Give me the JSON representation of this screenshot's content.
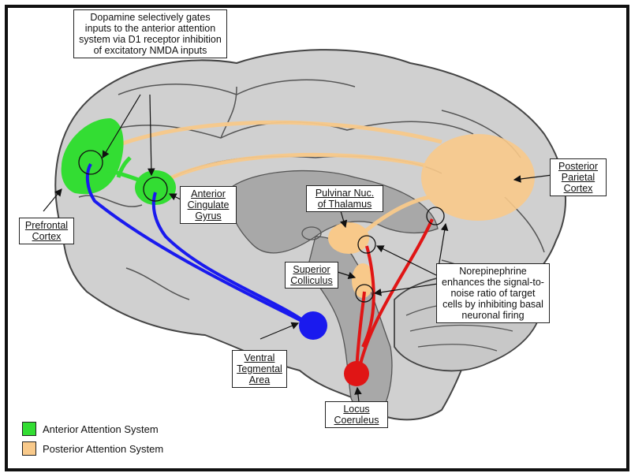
{
  "labels": {
    "dopamine_note": "Dopamine selectively gates inputs to the anterior attention system via D1 receptor inhibition of excitatory NMDA inputs",
    "prefrontal_cortex": "Prefrontal Cortex",
    "anterior_cingulate_gyrus": "Anterior Cingulate Gyrus",
    "pulvinar_nucleus": "Pulvinar Nuc. of Thalamus",
    "superior_colliculus": "Superior Colliculus",
    "posterior_parietal_cortex": "Posterior Parietal Cortex",
    "ventral_tegmental_area": "Ventral Tegmental Area",
    "locus_coeruleus": "Locus Coeruleus",
    "norepinephrine_note": "Norepinephrine enhances the signal-to-noise ratio of target cells by inhibiting basal neuronal firing"
  },
  "legend": [
    {
      "label": "Anterior Attention System",
      "color": "#33dd33"
    },
    {
      "label": "Posterior Attention System",
      "color": "#f8c98a"
    }
  ],
  "colors": {
    "dopamine_pathway": "#1a1aee",
    "norepinephrine_pathway": "#e01515",
    "anterior_system": "#33dd33",
    "posterior_system": "#f8c98a",
    "brain_tissue": "#cfcfcf",
    "deep_structures": "#a6a6a6"
  }
}
